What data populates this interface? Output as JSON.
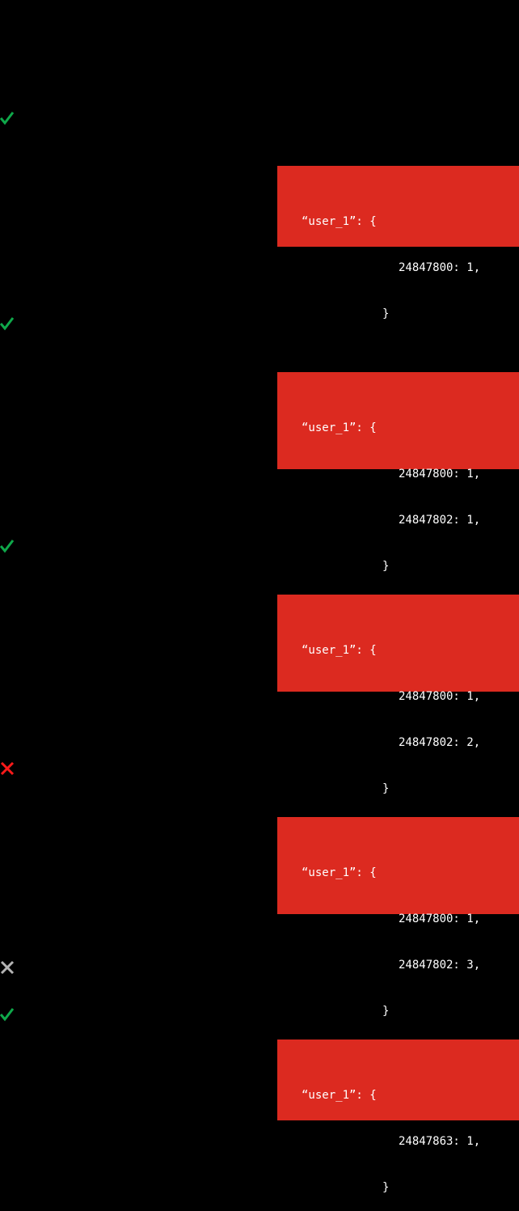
{
  "colors": {
    "background": "#000000",
    "box": "#dc2a20",
    "success": "#0fa84a",
    "failure": "#ff1a1a",
    "neutral": "#b4b4b4"
  },
  "steps": [
    {
      "status": "success",
      "icon": "check-icon",
      "box": {
        "key_line": "“user_1”: {",
        "entries": [
          "24847800: 1,"
        ],
        "close": "}"
      }
    },
    {
      "status": "success",
      "icon": "check-icon",
      "box": {
        "key_line": "“user_1”: {",
        "entries": [
          "24847800: 1,",
          "24847802: 1,"
        ],
        "close": "}"
      }
    },
    {
      "status": "success",
      "icon": "check-icon",
      "box": {
        "key_line": "“user_1”: {",
        "entries": [
          "24847800: 1,",
          "24847802: 2,"
        ],
        "close": "}"
      }
    },
    {
      "status": "failure",
      "icon": "cross-icon",
      "box": {
        "key_line": "“user_1”: {",
        "entries": [
          "24847800: 1,",
          "24847802: 3,"
        ],
        "close": "}"
      }
    },
    {
      "status": "neutral",
      "icon": "cross-icon"
    },
    {
      "status": "success",
      "icon": "check-icon",
      "box": {
        "key_line": "“user_1”: {",
        "entries": [
          "24847863: 1,"
        ],
        "close": "}"
      }
    }
  ]
}
